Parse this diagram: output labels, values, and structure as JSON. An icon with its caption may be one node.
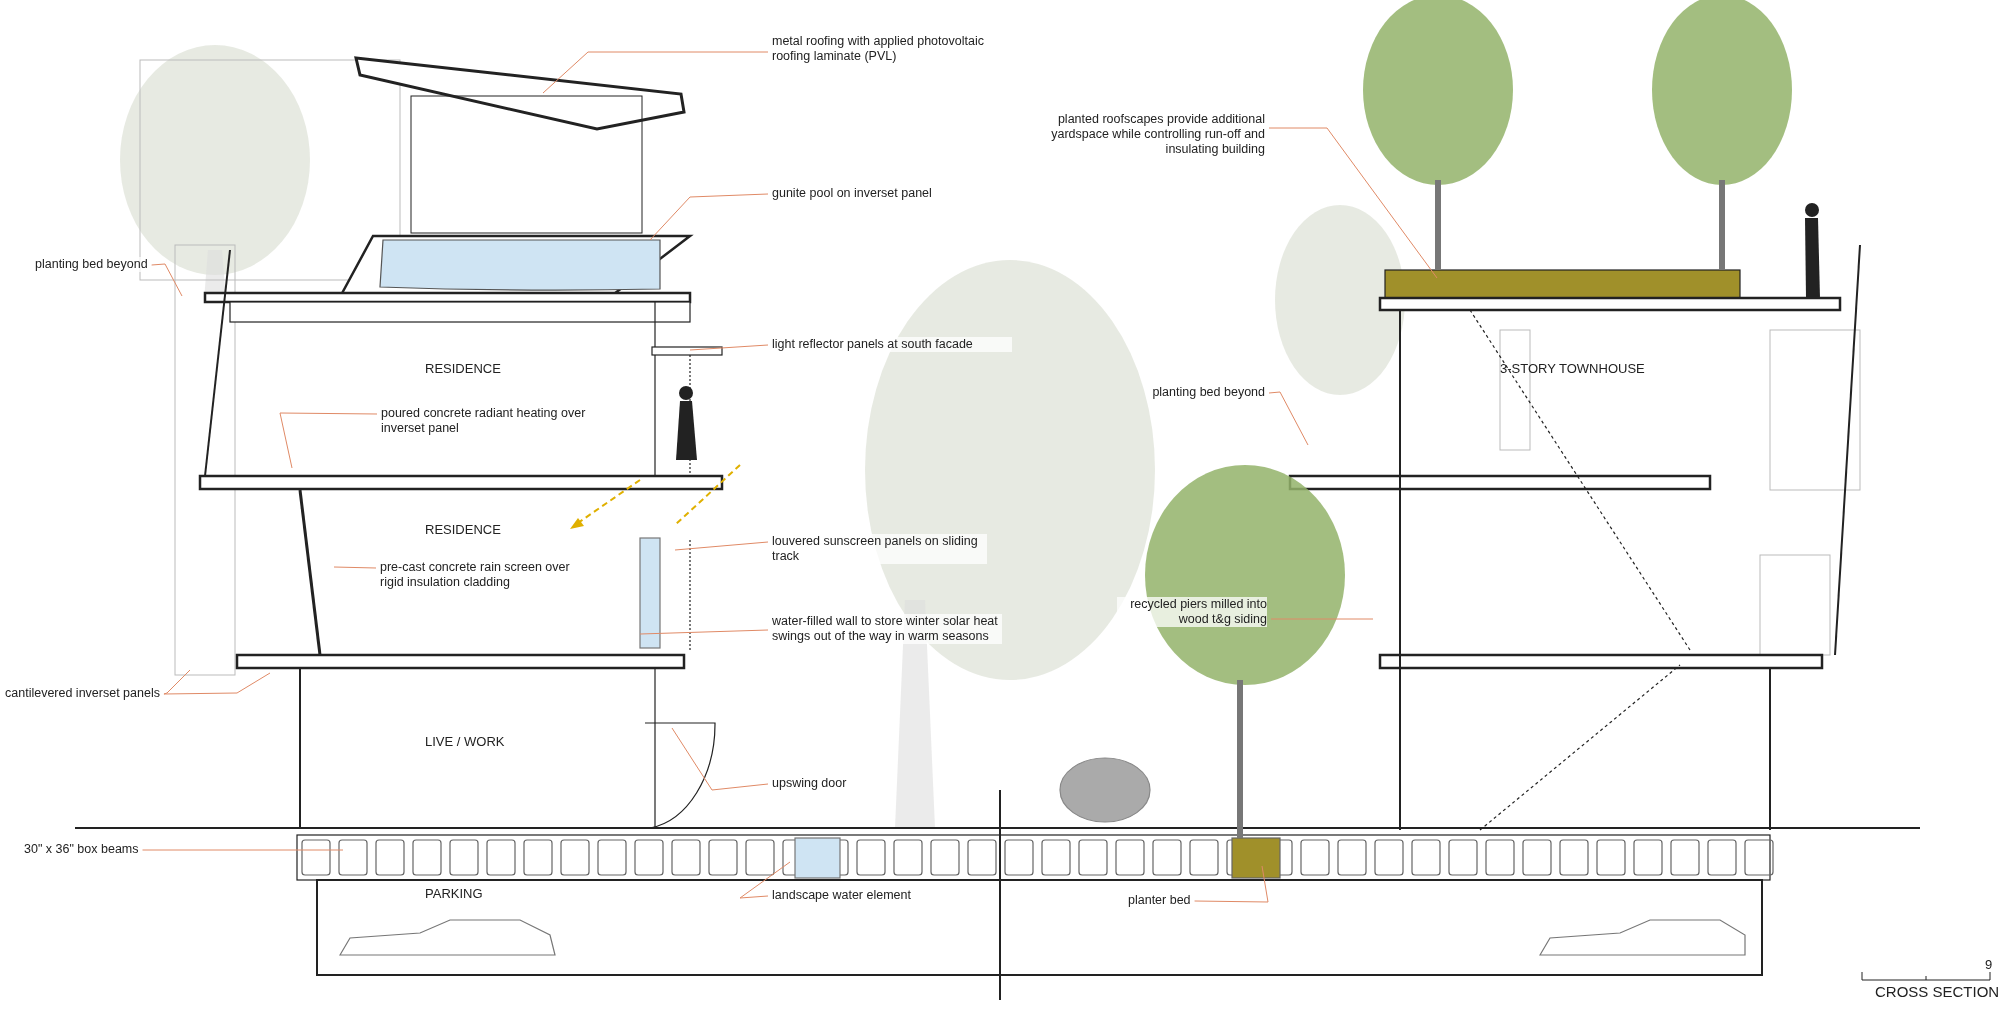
{
  "diagram": {
    "title": "CROSS SECTION",
    "nodes": [
      {
        "text": [
          "metal roofing with applied photovoltaic roofing laminate (PVL)"
        ]
      },
      {
        "text": [
          "planted roofscapes provide additional yardspace while controlling run-off and insulating building"
        ]
      },
      {
        "text": [
          "gunite pool on inverset panel"
        ]
      },
      {
        "text": [
          "planting bed beyond"
        ]
      },
      {
        "text": [
          "light reflector panels at south facade"
        ]
      },
      {
        "text": [
          "planting bed beyond"
        ]
      },
      {
        "text": [
          "poured concrete radiant heating over inverset panel"
        ]
      },
      {
        "text": [
          "louvered sunscreen panels on sliding track"
        ]
      },
      {
        "text": [
          "pre-cast concrete rain screen over rigid insulation cladding"
        ]
      },
      {
        "text": [
          "water-filled wall to store winter solar heat swings out of the way in warm seasons"
        ]
      },
      {
        "text": [
          "recycled piers milled into wood t&g siding"
        ]
      },
      {
        "text": [
          "cantilevered inverset panels"
        ]
      },
      {
        "text": [
          "upswing door"
        ]
      },
      {
        "text": [
          "30\" x 36\" box beams"
        ]
      },
      {
        "text": [
          "landscape water element"
        ]
      },
      {
        "text": [
          "planter bed"
        ]
      }
    ],
    "edges": [
      {
        "from": 0,
        "to": null,
        "arrow": "none"
      },
      {
        "from": 1,
        "to": null,
        "arrow": "none"
      },
      {
        "from": 2,
        "to": null,
        "arrow": "none"
      },
      {
        "from": 3,
        "to": null,
        "arrow": "none"
      },
      {
        "from": 4,
        "to": null,
        "arrow": "none"
      },
      {
        "from": 5,
        "to": null,
        "arrow": "none"
      },
      {
        "from": 6,
        "to": null,
        "arrow": "none"
      },
      {
        "from": 7,
        "to": null,
        "arrow": "none"
      },
      {
        "from": 8,
        "to": null,
        "arrow": "none"
      },
      {
        "from": 9,
        "to": null,
        "arrow": "none"
      },
      {
        "from": 10,
        "to": null,
        "arrow": "none"
      },
      {
        "from": 11,
        "to": null,
        "arrow": "none"
      },
      {
        "from": 11,
        "to": null,
        "arrow": "none"
      },
      {
        "from": 12,
        "to": null,
        "arrow": "none"
      },
      {
        "from": 13,
        "to": null,
        "arrow": "none"
      },
      {
        "from": 14,
        "to": null,
        "arrow": "none"
      },
      {
        "from": 15,
        "to": null,
        "arrow": "none"
      }
    ],
    "labels": [
      "RESIDENCE",
      "3-STORY TOWNHOUSE",
      "RESIDENCE",
      "LIVE / WORK",
      "PARKING",
      "9"
    ]
  }
}
